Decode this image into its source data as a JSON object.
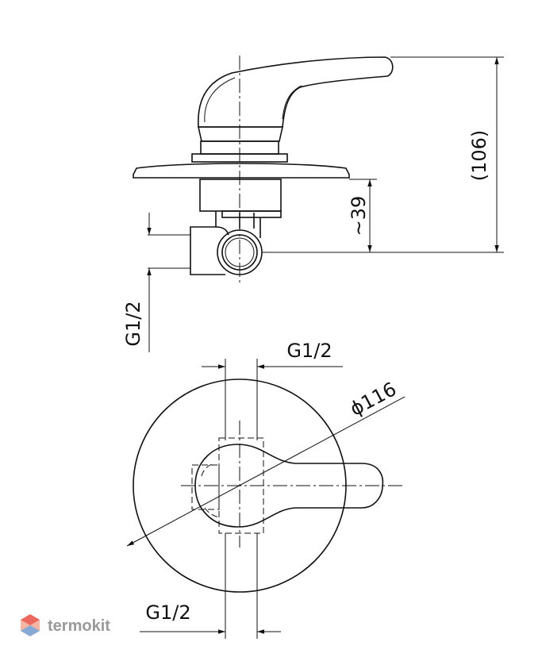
{
  "dimensions": {
    "total_height": "(106)",
    "depth": "~39",
    "side_inlet": "G1/2",
    "top_thread": "G1/2",
    "diameter": "ϕ116",
    "bottom_thread": "G1/2"
  },
  "watermark": {
    "text": "termokit",
    "icon": "hexagon-logo-icon",
    "colors": [
      "#e8554e",
      "#f3a28c",
      "#6aa8e0"
    ]
  }
}
